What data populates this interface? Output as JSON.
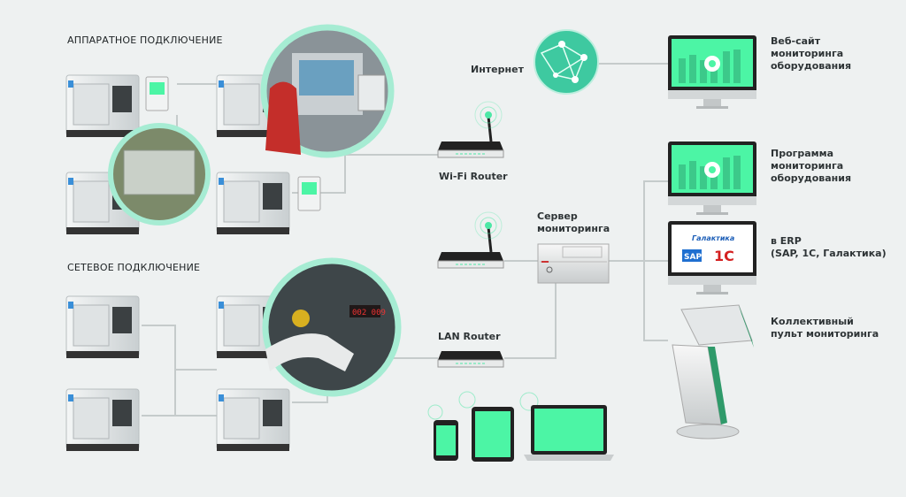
{
  "sections": {
    "hardware": "АППАРАТНОЕ ПОДКЛЮЧЕНИЕ",
    "network": "СЕТЕВОЕ ПОДКЛЮЧЕНИЕ"
  },
  "nodes": {
    "internet": "Интернет",
    "wifi_router": "Wi-Fi Router",
    "lan_router": "LAN Router",
    "server": "Сервер\nмониторинга",
    "website": "Веб-сайт\nмониторинга\nоборудования",
    "program": "Программа\nмониторинга\nоборудования",
    "erp": "в ERP\n(SAP, 1С, Галактика)",
    "kiosk": "Коллективный\nпульт мониторинга"
  },
  "erp_logos": {
    "galaktika": "Галактика",
    "sap": "SAP",
    "onec": "1С"
  },
  "colors": {
    "accent": "#4de8a6",
    "line": "#c5cbcb",
    "background": "#eef1f1",
    "dark": "#2e3436"
  }
}
